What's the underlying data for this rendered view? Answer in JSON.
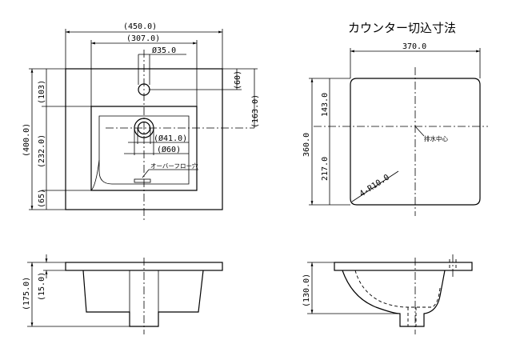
{
  "title": "カウンター切込寸法",
  "top_view": {
    "width_overall": "(450.0)",
    "width_faucet": "(307.0)",
    "faucet_hole": "Ø35.0",
    "depth_overall": "(400.0)",
    "depth_top": "(103)",
    "depth_mid": "(232.0)",
    "depth_bottom": "(65)",
    "faucet_offset": "(60)",
    "drain_offset": "(163.0)",
    "drain_inner": "(Ø41.0)",
    "drain_outer": "(Ø60)",
    "overflow_label": "オーバーフロー穴"
  },
  "cutout_view": {
    "width": "370.0",
    "depth_total": "360.0",
    "depth_top": "143.0",
    "depth_bottom": "217.0",
    "corner_radius": "4-R10.0",
    "drain_center_label": "排水中心"
  },
  "side_view_left": {
    "height_total": "(175.0)",
    "rim_thickness": "(15.0)"
  },
  "side_view_right": {
    "height": "(130.0)"
  }
}
